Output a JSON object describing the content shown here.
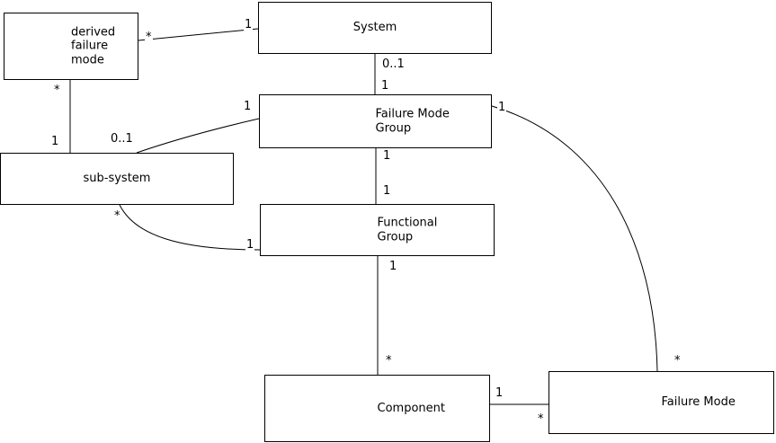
{
  "diagram": {
    "boxes": {
      "system": {
        "label": "System"
      },
      "derived_failure_mode": {
        "label": "derived\nfailure\nmode"
      },
      "failure_mode_group": {
        "label": "Failure Mode\nGroup"
      },
      "sub_system": {
        "label": "sub-system"
      },
      "functional_group": {
        "label": "Functional\nGroup"
      },
      "component": {
        "label": "Component"
      },
      "failure_mode": {
        "label": "Failure Mode"
      }
    },
    "multiplicities": {
      "system_dfm_near_system": "1",
      "system_dfm_near_dfm": "*",
      "system_fmg_near_system": "0..1",
      "system_fmg_near_fmg": "1",
      "dfm_subsystem_near_dfm": "*",
      "dfm_subsystem_near_subsystem": "1",
      "fmg_subsystem_near_fmg": "1",
      "fmg_subsystem_near_subsystem": "0..1",
      "fmg_fg_near_fmg": "1",
      "fmg_fg_near_fg": "1",
      "subsystem_fg_near_subsystem": "*",
      "subsystem_fg_near_fg": "1",
      "fg_component_near_fg": "1",
      "fg_component_near_component": "*",
      "component_fm_near_component": "1",
      "component_fm_near_fm": "*",
      "fmg_fm_near_fmg": "1",
      "fmg_fm_near_fm": "*"
    }
  }
}
